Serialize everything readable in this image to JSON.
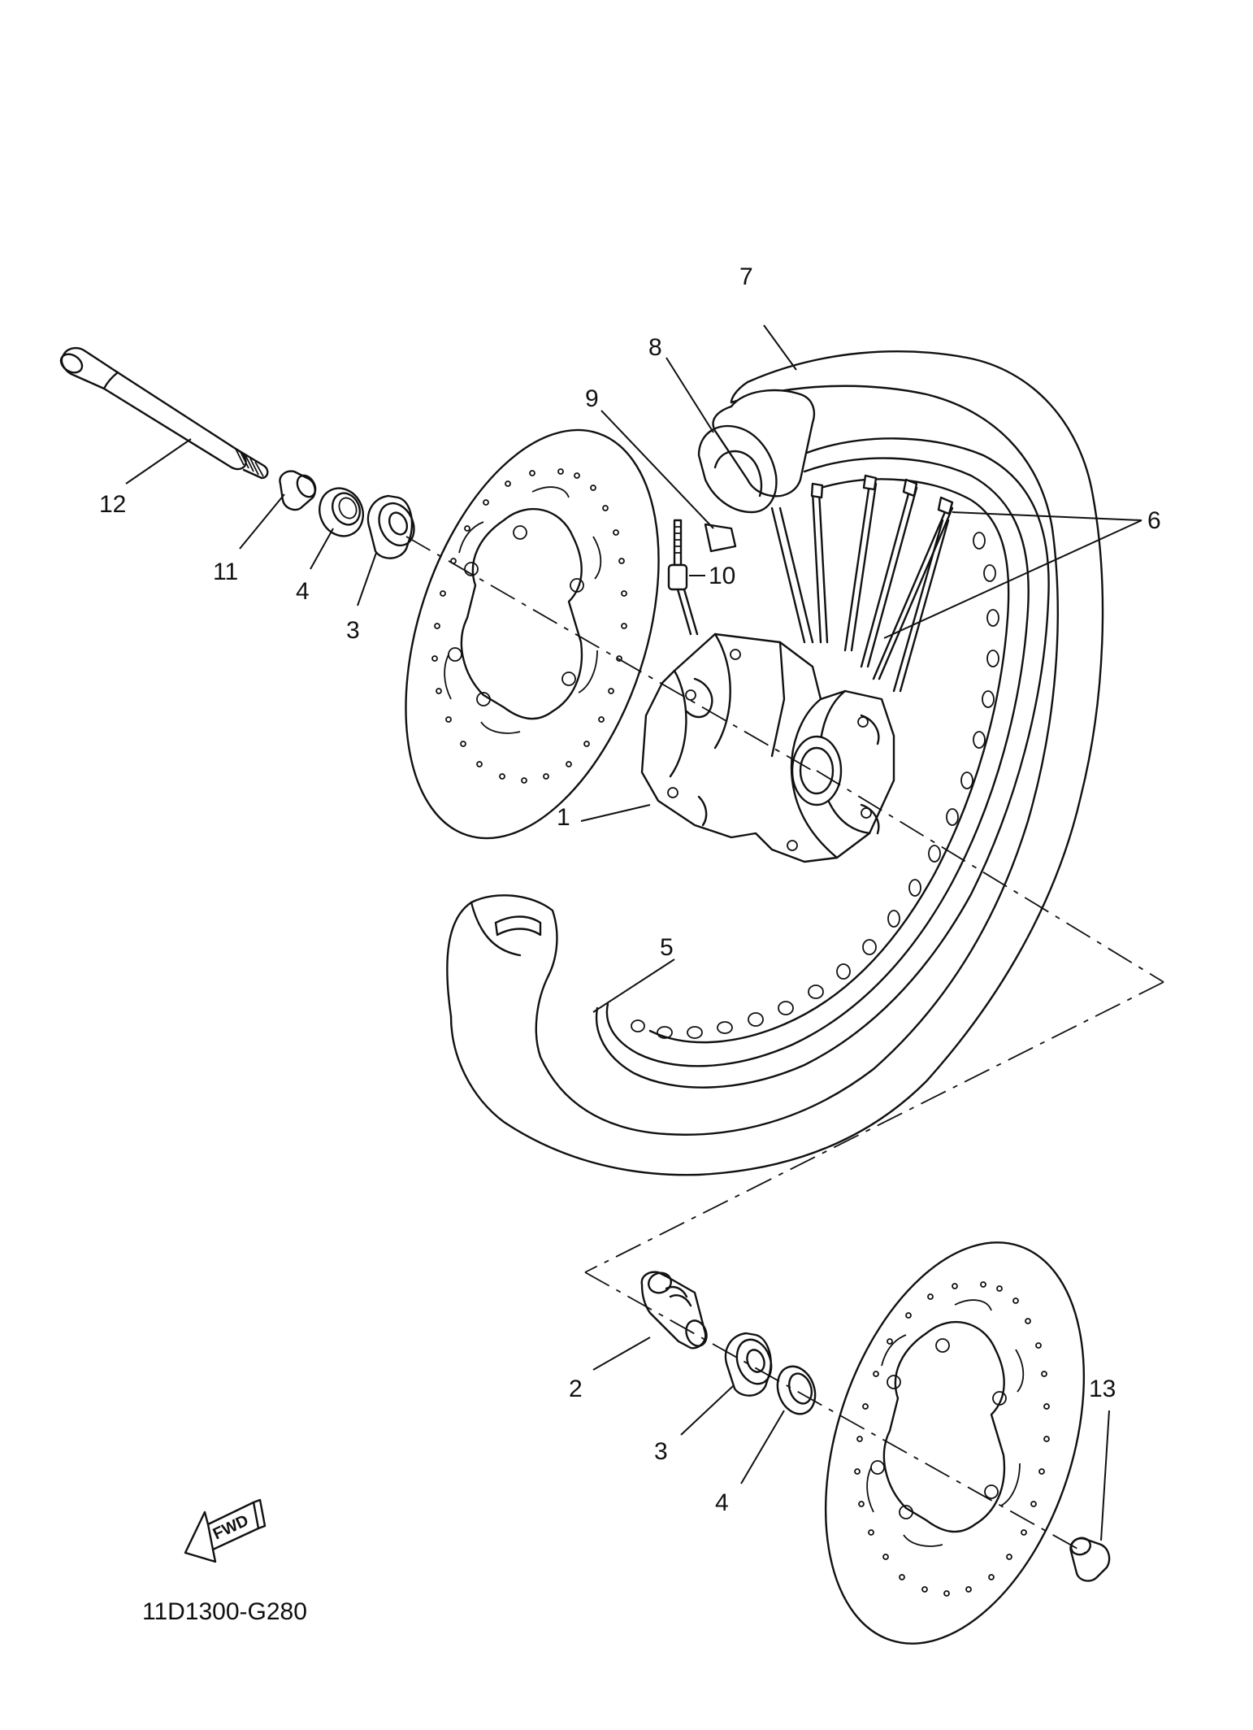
{
  "diagram": {
    "code": "11D1300-G280",
    "fwd_label": "FWD",
    "callouts": [
      "1",
      "2",
      "3",
      "3",
      "4",
      "4",
      "5",
      "6",
      "7",
      "8",
      "9",
      "10",
      "11",
      "12",
      "13"
    ]
  }
}
